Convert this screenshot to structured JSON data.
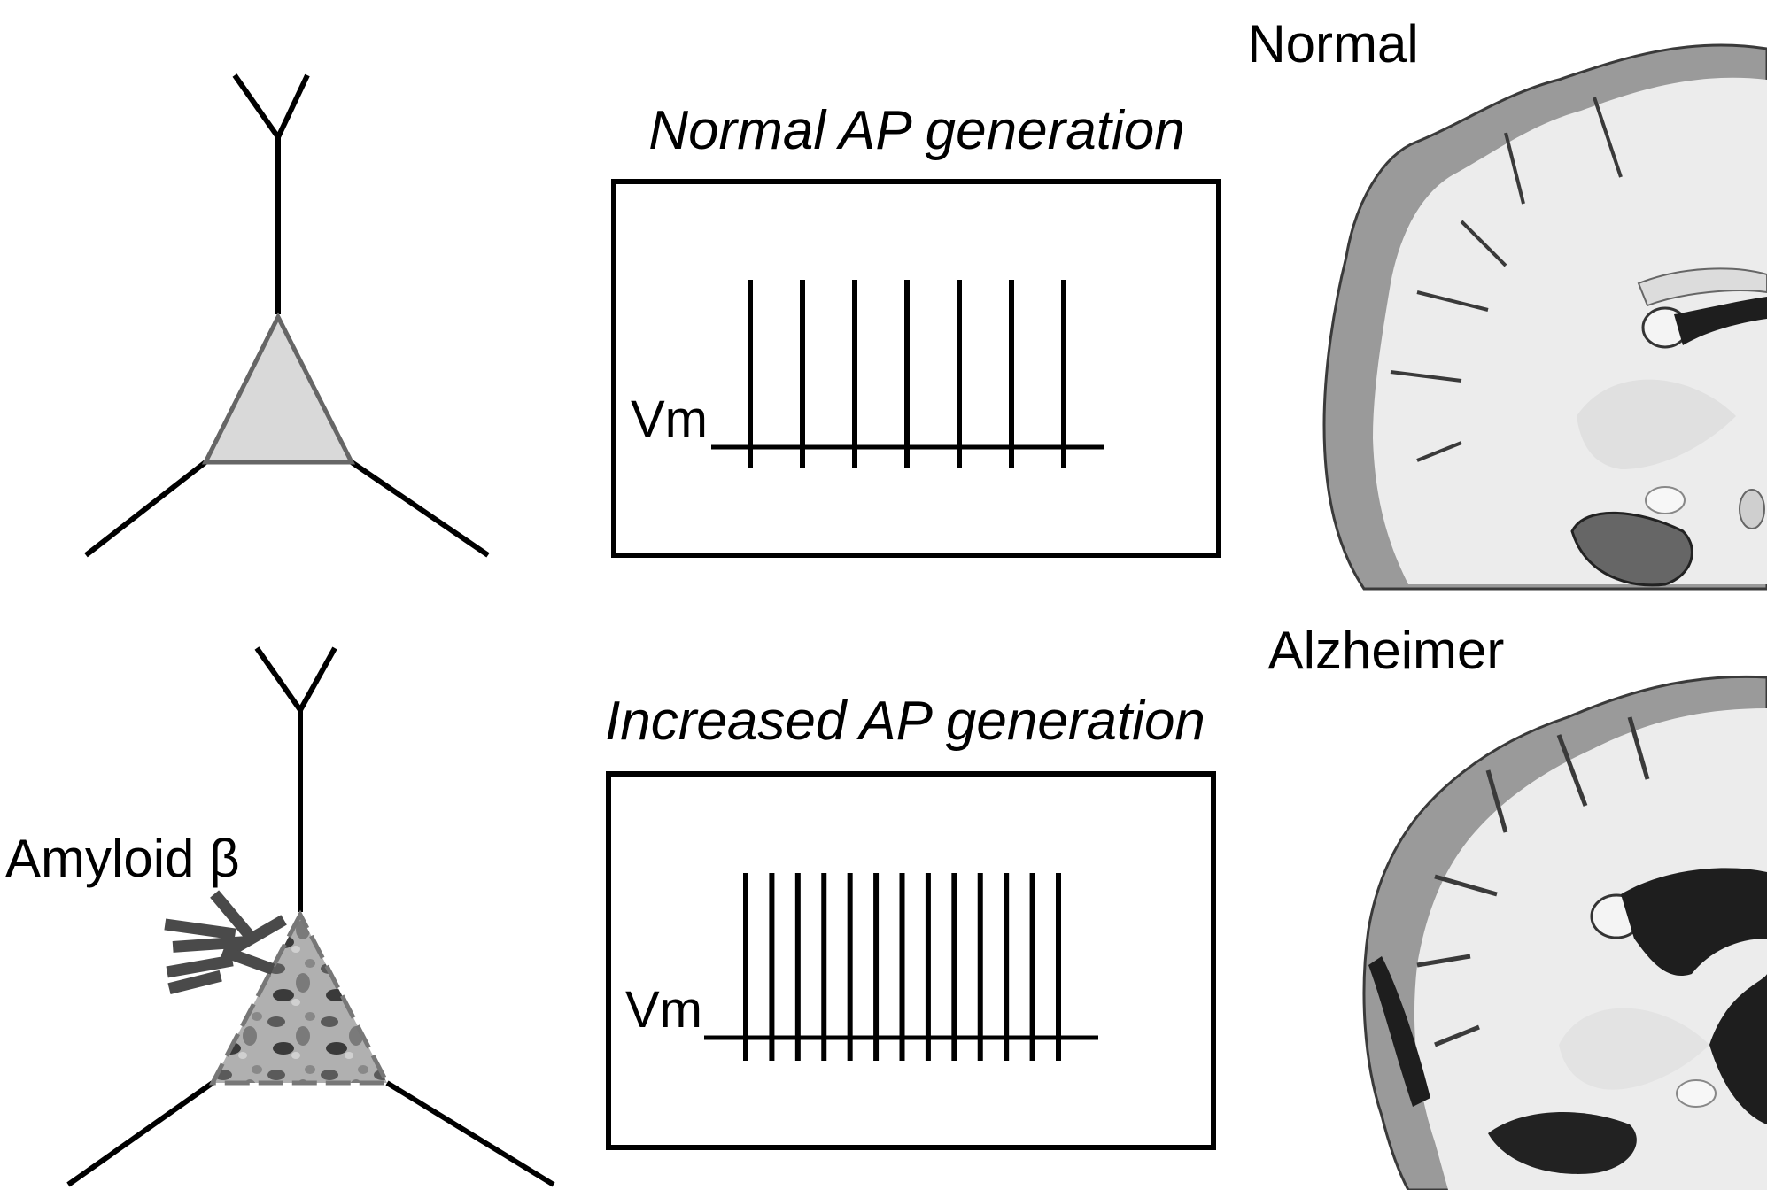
{
  "top_row": {
    "brain_label": "Normal",
    "panel_title": "Normal AP generation",
    "axis_label": "Vm",
    "spike_count": 7
  },
  "bottom_row": {
    "brain_label": "Alzheimer",
    "panel_title": "Increased AP generation",
    "axis_label": "Vm",
    "neuron_label": "Amyloid β",
    "spike_count": 13
  },
  "colors": {
    "line": "#000000",
    "soma_fill": "#d9d9d9",
    "soma_stroke": "#666666",
    "cortex_grey": "#9a9a9a",
    "white_matter": "#ececec",
    "ventricle_dark": "#1e1e1e",
    "plaque": "#4a4a4a"
  }
}
